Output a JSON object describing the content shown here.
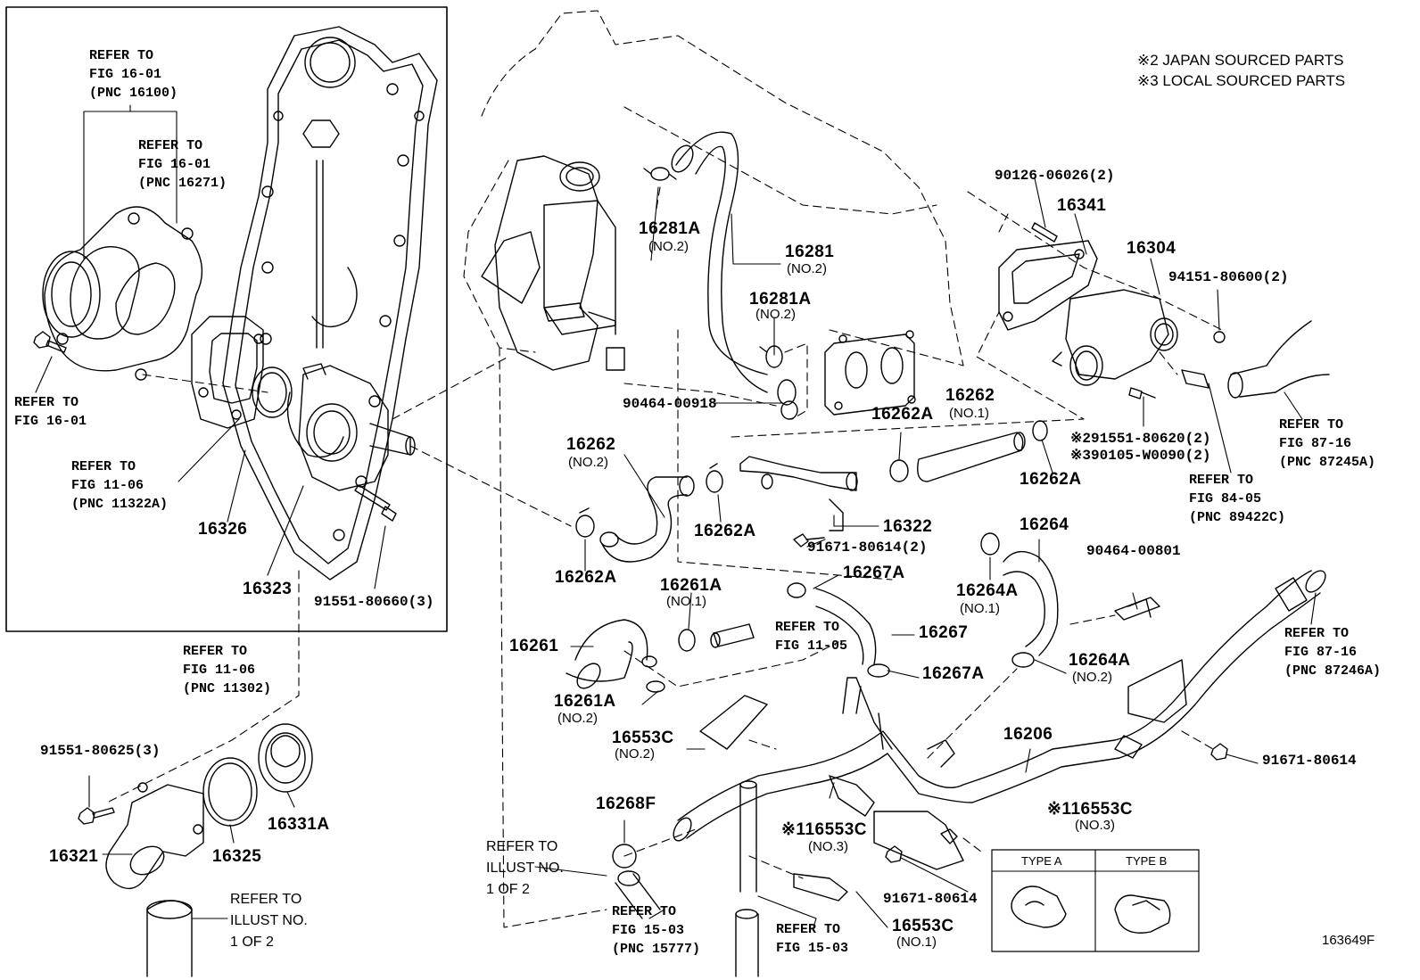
{
  "notes": {
    "japan": "※2 JAPAN SOURCED PARTS",
    "local": "※3 LOCAL SOURCED PARTS"
  },
  "inset_refs": {
    "r1": "REFER TO\nFIG 16-01\n(PNC 16100)",
    "r2": "REFER TO\nFIG 16-01\n(PNC 16271)",
    "r3": "REFER TO\nFIG 16-01",
    "r4": "REFER TO\nFIG 11-06\n(PNC 11322A)",
    "r5": "REFER TO\nFIG 11-06\n(PNC 11302)"
  },
  "parts": {
    "p16326": "16326",
    "p16323": "16323",
    "p91551_80660": "91551-80660(3)",
    "p91551_80625": "91551-80625(3)",
    "p16321": "16321",
    "p16325": "16325",
    "p16331A": "16331A",
    "p16281A_a": "16281A",
    "p16281A_a_sub": "(NO.2)",
    "p16281": "16281",
    "p16281_sub": "(NO.2)",
    "p16281A_b": "16281A",
    "p16281A_b_sub": "(NO.2)",
    "p90464_00918": "90464-00918",
    "p16262_a": "16262",
    "p16262_a_sub": "(NO.2)",
    "p16262A_a": "16262A",
    "p16262A_b": "16262A",
    "p16322": "16322",
    "p91671_80614_2": "91671-80614(2)",
    "p16262_b": "16262",
    "p16262_b_sub": "(NO.1)",
    "p16262A_c": "16262A",
    "p16262A_d": "16262A",
    "p90126": "90126-06026(2)",
    "p16341": "16341",
    "p16304": "16304",
    "p94151": "94151-80600(2)",
    "p91551_80620": "※291551-80620(2)",
    "p90105": "※390105-W0090(2)",
    "p16264": "16264",
    "p16264A_a": "16264A",
    "p16264A_a_sub": "(NO.1)",
    "p16264A_b": "16264A",
    "p16264A_b_sub": "(NO.2)",
    "p90464_00801": "90464-00801",
    "p16267A_a": "16267A",
    "p16267": "16267",
    "p16267A_b": "16267A",
    "p16261A_a": "16261A",
    "p16261A_a_sub": "(NO.1)",
    "p16261": "16261",
    "p16261A_b": "16261A",
    "p16261A_b_sub": "(NO.2)",
    "p16553C_a": "16553C",
    "p16553C_a_sub": "(NO.2)",
    "p16206": "16206",
    "p91671_80614_a": "91671-80614",
    "p16268F": "16268F",
    "p16553C_b": "※116553C",
    "p16553C_b_sub": "(NO.3)",
    "p16553C_c": "※116553C",
    "p16553C_c_sub": "(NO.3)",
    "p91671_80614_b": "91671-80614",
    "p16553C_d": "16553C",
    "p16553C_d_sub": "(NO.1)"
  },
  "refs": {
    "fig11_05": "REFER TO\nFIG 11-05",
    "fig87_16a": "REFER TO\nFIG 87-16\n(PNC 87245A)",
    "fig84_05": "REFER TO\nFIG 84-05\n(PNC 89422C)",
    "fig87_16b": "REFER TO\nFIG 87-16\n(PNC 87246A)",
    "fig15_03a": "REFER TO\nFIG 15-03\n(PNC 15777)",
    "fig15_03b": "REFER TO\nFIG 15-03",
    "illust_a": "REFER TO\nILLUST NO.\n1 OF 2",
    "illust_b": "REFER TO\nILLUST NO.\n1 OF 2"
  },
  "legend": {
    "type_a": "TYPE A",
    "type_b": "TYPE B"
  },
  "figure_number": "163649F"
}
